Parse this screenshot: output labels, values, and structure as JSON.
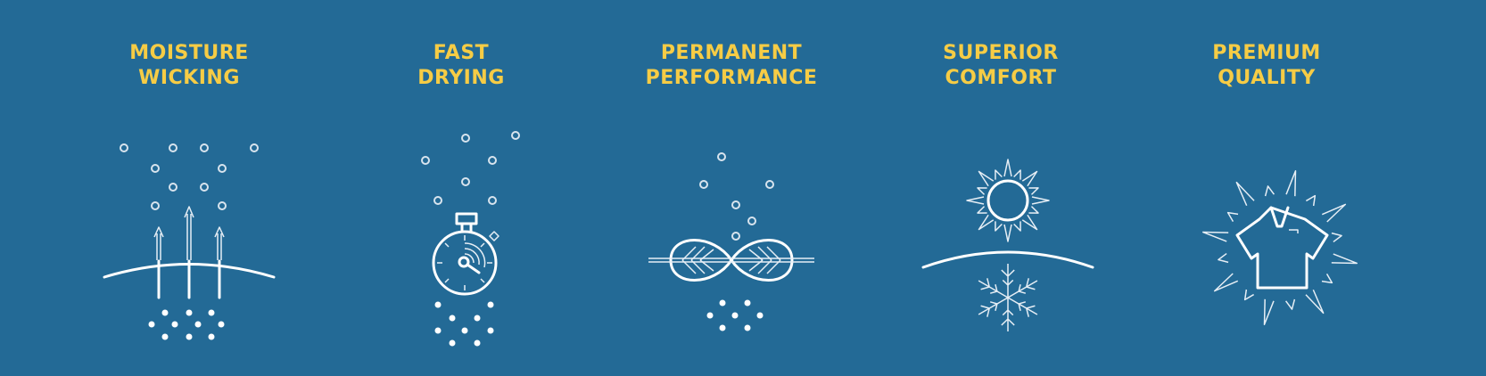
{
  "features": [
    {
      "line1": "MOISTURE",
      "line2": "WICKING",
      "icon": "moisture-wicking-icon"
    },
    {
      "line1": "FAST",
      "line2": "DRYING",
      "icon": "stopwatch-icon"
    },
    {
      "line1": "PERMANENT",
      "line2": "PERFORMANCE",
      "icon": "infinity-leaf-icon"
    },
    {
      "line1": "SUPERIOR",
      "line2": "COMFORT",
      "icon": "sun-snowflake-icon"
    },
    {
      "line1": "PREMIUM",
      "line2": "QUALITY",
      "icon": "shining-shirt-icon"
    }
  ],
  "colors": {
    "background": "#236a96",
    "title": "#f6cc45",
    "icon": "#ffffff"
  }
}
